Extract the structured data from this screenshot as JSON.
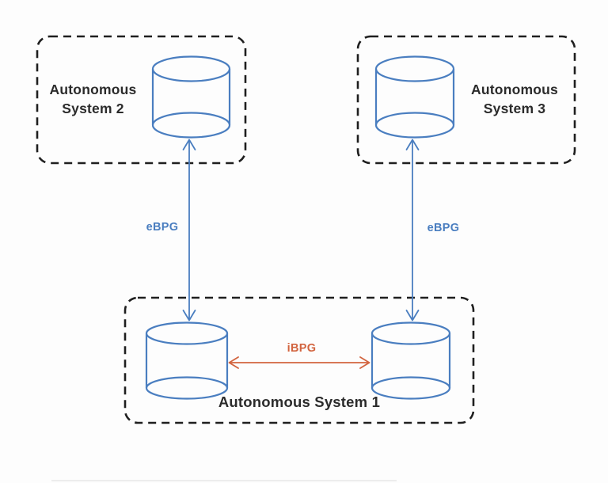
{
  "diagram": {
    "colors": {
      "blue": "#4a7ec0",
      "orange": "#d2643f",
      "border": "#1f1f1f",
      "text": "#2b2b2b",
      "faint_line": "#ededed"
    },
    "systems": {
      "as2": {
        "line1": "Autonomous",
        "line2": "System 2"
      },
      "as3": {
        "line1": "Autonomous",
        "line2": "System 3"
      },
      "as1": {
        "label": "Autonomous System 1"
      }
    },
    "links": {
      "ebgp_left": "eBPG",
      "ebgp_right": "eBPG",
      "ibgp": "iBPG"
    }
  }
}
